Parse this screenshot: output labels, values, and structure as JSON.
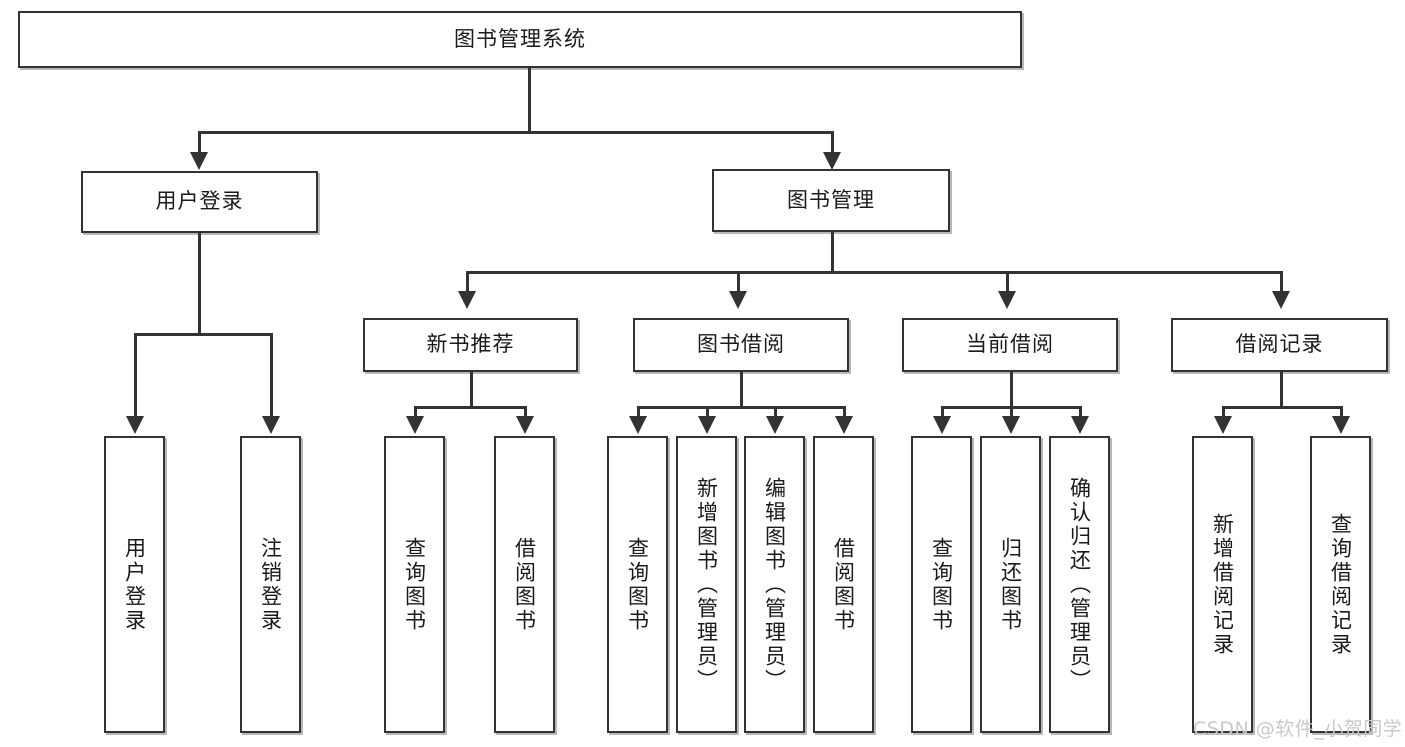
{
  "diagram": {
    "type": "tree-hierarchy",
    "title": "图书管理系统",
    "root": {
      "label": "图书管理系统"
    },
    "level1": [
      {
        "label": "用户登录"
      },
      {
        "label": "图书管理"
      }
    ],
    "level2": [
      {
        "label": "新书推荐"
      },
      {
        "label": "图书借阅"
      },
      {
        "label": "当前借阅"
      },
      {
        "label": "借阅记录"
      }
    ],
    "leaves": {
      "user_login": [
        {
          "label": "用户登录"
        },
        {
          "label": "注销登录"
        }
      ],
      "new_book_recommend": [
        {
          "label": "查询图书"
        },
        {
          "label": "借阅图书"
        }
      ],
      "book_borrow": [
        {
          "label": "查询图书"
        },
        {
          "label": "新增图书（管理员）"
        },
        {
          "label": "编辑图书（管理员）"
        },
        {
          "label": "借阅图书"
        }
      ],
      "current_borrow": [
        {
          "label": "查询图书"
        },
        {
          "label": "归还图书"
        },
        {
          "label": "确认归还（管理员）"
        }
      ],
      "borrow_record": [
        {
          "label": "新增借阅记录"
        },
        {
          "label": "查询借阅记录"
        }
      ]
    }
  },
  "watermark": {
    "text": "CSDN @软件_小贺同学"
  },
  "colors": {
    "stroke": "#333333",
    "fill": "#ffffff",
    "text": "#1a1a1a",
    "watermark": "#c9c9c9"
  }
}
